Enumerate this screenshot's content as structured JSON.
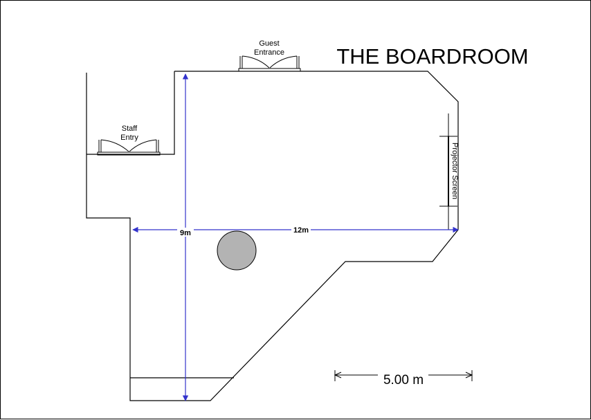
{
  "title": "THE BOARDROOM",
  "labels": {
    "guest_entrance_line1": "Guest",
    "guest_entrance_line2": "Entrance",
    "staff_entry_line1": "Staff",
    "staff_entry_line2": "Entry",
    "projector_screen": "Projector Screen"
  },
  "dimensions": {
    "width_label": "12m",
    "depth_label": "9m"
  },
  "scale_bar": {
    "label": "5.00 m"
  },
  "colors": {
    "walls": "#000000",
    "dimension_lines": "#3333cc",
    "table_fill": "#b3b3b3"
  }
}
